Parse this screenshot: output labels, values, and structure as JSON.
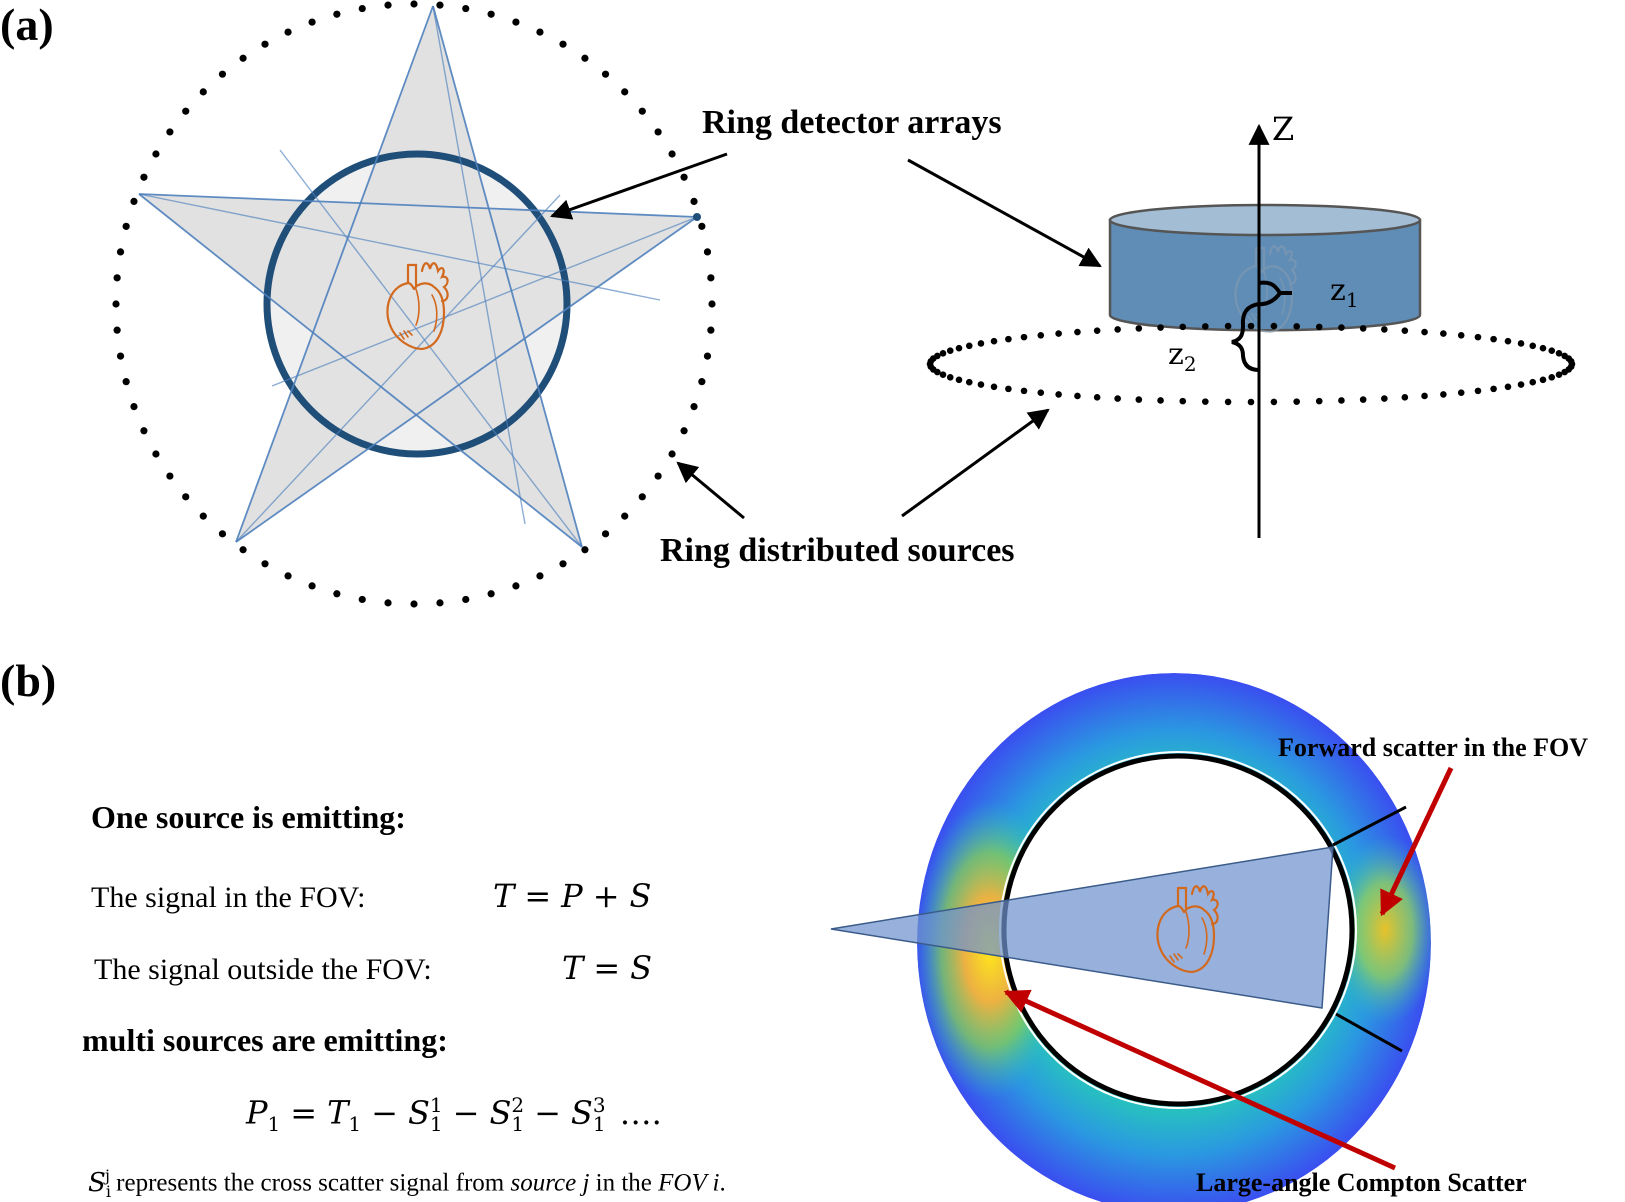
{
  "figure": {
    "panel_a": {
      "label": "(a)",
      "callouts": {
        "detector": "Ring detector arrays",
        "sources": "Ring distributed sources"
      },
      "axis_label": "Z",
      "distance_labels": {
        "z1": {
          "base": "z",
          "sub": "1"
        },
        "z2": {
          "base": "z",
          "sub": "2"
        }
      },
      "source_count_visible_left": 72,
      "star_points": 5
    },
    "panel_b": {
      "label": "(b)",
      "one_source": {
        "heading": "One source is emitting:",
        "in_fov_label": "The signal in the FOV:",
        "in_fov_eq": {
          "lhs": "T",
          "eq": "=",
          "a": "P",
          "plus": "+",
          "b": "S"
        },
        "out_fov_label": "The signal outside the FOV:",
        "out_fov_eq": {
          "lhs": "T",
          "eq": "=",
          "rhs": "S"
        }
      },
      "multi_source": {
        "heading": "multi sources are emitting:",
        "equation": {
          "lhs": "P",
          "lhs_sub": "1",
          "eq": "=",
          "t": "T",
          "t_sub": "1",
          "terms": [
            {
              "base": "S",
              "sub": "1",
              "sup": "1"
            },
            {
              "base": "S",
              "sub": "1",
              "sup": "2"
            },
            {
              "base": "S",
              "sub": "1",
              "sup": "3"
            }
          ],
          "minus": "−",
          "ellipsis": "…."
        },
        "note": {
          "sym": "S",
          "sub": "i",
          "sup": "j",
          "t1": " represents the cross scatter signal from ",
          "t2": "source j",
          "t3": " in the ",
          "t4": "FOV i",
          "t5": "."
        }
      },
      "annotations": {
        "forward": "Forward scatter in the FOV",
        "large_angle": "Large-angle Compton Scatter"
      }
    },
    "colors": {
      "detector_ring": "#1f4e79",
      "star_fill": "#d9d9d9",
      "star_stroke": "#4f81bd",
      "heart": "#d2691e",
      "cylinder_side": "#5f8db5",
      "cylinder_top": "#a3bdd4",
      "beam": "#6f93cf",
      "arrow_red": "#c00000",
      "scatter_low": "#3d4ef0",
      "scatter_mid": "#22b5c8",
      "scatter_high": "#f5e020"
    }
  }
}
